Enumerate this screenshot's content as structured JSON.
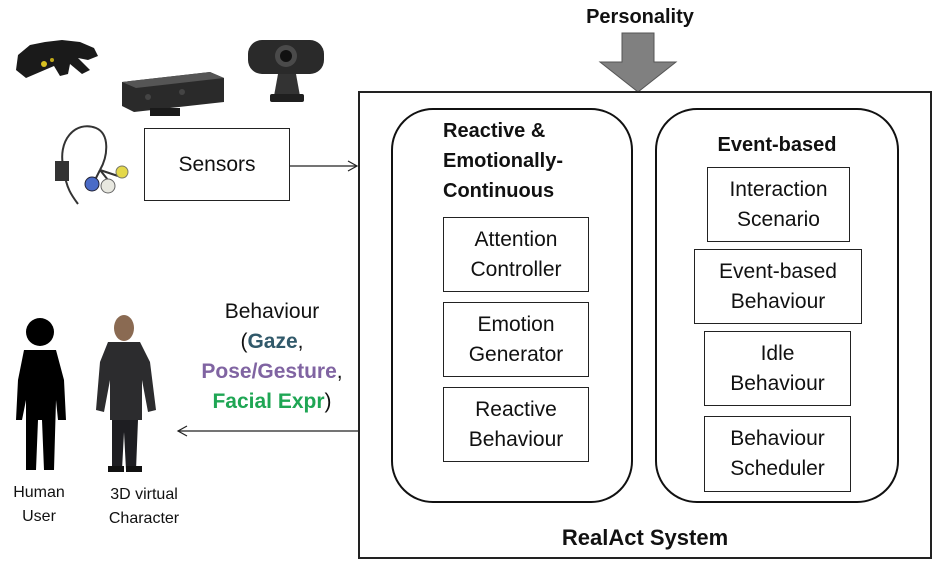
{
  "personality": "Personality",
  "sensors": "Sensors",
  "system_label": "RealAct System",
  "reactive_panel": {
    "title": "Reactive &\nEmotionally-\nContinuous",
    "modules": [
      "Attention\nController",
      "Emotion\nGenerator",
      "Reactive\nBehaviour"
    ]
  },
  "event_panel": {
    "title": "Event-based",
    "modules": [
      "Interaction\nScenario",
      "Event-based\nBehaviour",
      "Idle\nBehaviour",
      "Behaviour\nScheduler"
    ]
  },
  "behaviour": {
    "label": "Behaviour",
    "open_paren": "(",
    "gaze": "Gaze",
    "comma1": ",",
    "pose": "Pose/Gesture",
    "comma2": ",",
    "facial": "Facial Expr",
    "close_paren": ")",
    "colors": {
      "gaze": "#31596a",
      "pose": "#8064a2",
      "facial": "#1fa654"
    }
  },
  "human_user": "Human\nUser",
  "virtual_character": "3D virtual\nCharacter",
  "icons": [
    "sensor-glove-icon",
    "kinect-sensor-icon",
    "webcam-icon",
    "physiological-sensor-icon",
    "human-silhouette-icon",
    "virtual-character-figure-icon"
  ]
}
